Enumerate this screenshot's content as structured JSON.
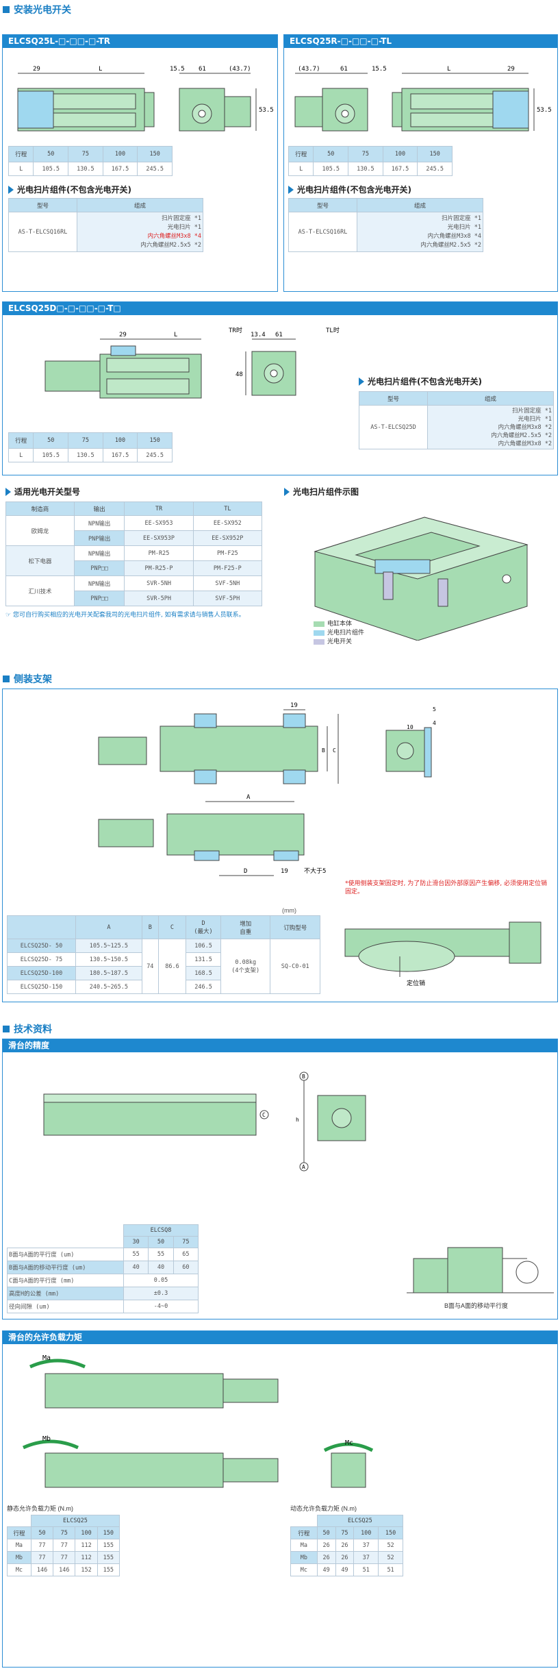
{
  "sections": {
    "install": "安装光电开关",
    "bracket": "侧装支架",
    "tech": "技术资料"
  },
  "tr": {
    "title": "ELCSQ25L-□-□□-□-TR",
    "dims": {
      "d29": "29",
      "dL": "L",
      "d155": "15.5",
      "d61": "61",
      "d437": "(43.7)",
      "d535": "53.5"
    },
    "stroke": {
      "head": "行程",
      "cols": [
        "50",
        "75",
        "100",
        "150"
      ],
      "row_label": "L",
      "row": [
        "105.5",
        "130.5",
        "167.5",
        "245.5"
      ]
    },
    "kit_title": "光电扫片组件(不包含光电开关)",
    "kit": {
      "h1": "型号",
      "h2": "组成",
      "model": "AS-T-ELCSQ16RL",
      "items": [
        [
          "扫片固定座",
          "*1",
          false
        ],
        [
          "光电扫片",
          "*1",
          false
        ],
        [
          "内六角螺丝M3x8",
          "*4",
          true
        ],
        [
          "内六角螺丝M2.5x5",
          "*2",
          false
        ]
      ]
    }
  },
  "tl": {
    "title": "ELCSQ25R-□-□□-□-TL",
    "dims": {
      "d437": "(43.7)",
      "d61": "61",
      "d155": "15.5",
      "dL": "L",
      "d29": "29",
      "d535": "53.5"
    },
    "stroke": {
      "head": "行程",
      "cols": [
        "50",
        "75",
        "100",
        "150"
      ],
      "row_label": "L",
      "row": [
        "105.5",
        "130.5",
        "167.5",
        "245.5"
      ]
    },
    "kit_title": "光电扫片组件(不包含光电开关)",
    "kit": {
      "h1": "型号",
      "h2": "组成",
      "model": "AS-T-ELCSQ16RL",
      "items": [
        [
          "扫片固定座",
          "*1"
        ],
        [
          "光电扫片",
          "*1"
        ],
        [
          "内六角螺丝M3x8",
          "*4"
        ],
        [
          "内六角螺丝M2.5x5",
          "*2"
        ]
      ]
    }
  },
  "d": {
    "title": "ELCSQ25D□-□-□□-□-T□",
    "dims": {
      "d29": "29",
      "dL": "L",
      "dTR": "TR时",
      "d134": "13.4",
      "d61": "61",
      "dTL": "TL时",
      "d48": "48"
    },
    "stroke": {
      "head": "行程",
      "cols": [
        "50",
        "75",
        "100",
        "150"
      ],
      "row_label": "L",
      "row": [
        "105.5",
        "130.5",
        "167.5",
        "245.5"
      ]
    },
    "kit_title": "光电扫片组件(不包含光电开关)",
    "kit": {
      "h1": "型号",
      "h2": "组成",
      "model": "AS-T-ELCSQ25D",
      "items": [
        [
          "扫片固定座",
          "*1"
        ],
        [
          "光电扫片",
          "*1"
        ],
        [
          "内六角螺丝M3x8",
          "*2"
        ],
        [
          "内六角螺丝M2.5x5",
          "*2"
        ],
        [
          "内六角螺丝M3x8",
          "*2"
        ]
      ]
    }
  },
  "sensors": {
    "title": "适用光电开关型号",
    "heads": [
      "制造商",
      "输出",
      "TR",
      "TL"
    ],
    "groups": [
      {
        "maker": "欧姆龙",
        "rows": [
          [
            "NPN输出",
            "EE-SX953",
            "EE-SX952"
          ],
          [
            "PNP输出",
            "EE-SX953P",
            "EE-SX952P"
          ]
        ]
      },
      {
        "maker": "松下电器",
        "rows": [
          [
            "NPN输出",
            "PM-R25",
            "PM-F25"
          ],
          [
            "PNP□□",
            "PM-R25-P",
            "PM-F25-P"
          ]
        ]
      },
      {
        "maker": "汇川技术",
        "rows": [
          [
            "NPN输出",
            "SVR-5NH",
            "SVF-5NH"
          ],
          [
            "PNP□□",
            "SVR-5PH",
            "SVF-5PH"
          ]
        ]
      }
    ],
    "note": "您可自行购买相应的光电开关配套我司的光电扫片组件, 如有需求请与销售人员联系。"
  },
  "diagram": {
    "title": "光电扫片组件示图",
    "legend": [
      "电缸本体",
      "光电扫片组件",
      "光电开关"
    ],
    "colors": [
      "#a6dcb2",
      "#9fd8ef",
      "#c6c6e2"
    ]
  },
  "bracket": {
    "dims": {
      "d19": "19",
      "dA": "A",
      "dB": "B",
      "dC": "C",
      "d5": "5",
      "d10": "10",
      "d4": "4",
      "dD": "D",
      "d19b": "19",
      "dmax": "不大于5"
    },
    "note": "*使用侧装支架固定时, 为了防止滑台因外部原因产生偏移, 必须使用定位销固定。",
    "unit": "(mm)",
    "heads": [
      "",
      "A",
      "B",
      "C",
      "D\n(最大)",
      "增加\n自重",
      "订购型号"
    ],
    "rows": [
      [
        "ELCSQ25D- 50",
        "105.5~125.5",
        "106.5"
      ],
      [
        "ELCSQ25D- 75",
        "130.5~150.5",
        "131.5"
      ],
      [
        "ELCSQ25D-100",
        "180.5~187.5",
        "168.5"
      ],
      [
        "ELCSQ25D-150",
        "240.5~265.5",
        "246.5"
      ]
    ],
    "B": "74",
    "C": "86.6",
    "weight": "0.08kg\n(4个支架)",
    "order": "SQ-C0-01",
    "pin": "定位销"
  },
  "accuracy": {
    "title": "滑台的精度",
    "labels": {
      "B": "B",
      "A": "A",
      "C": "C",
      "h": "h",
      "measure": "B面与A面的移动平行度"
    },
    "model": "ELCSQ8",
    "cols": [
      "30",
      "50",
      "75"
    ],
    "rows": [
      {
        "label": "B面与A面的平行度 (um)",
        "vals": [
          "55",
          "55",
          "65"
        ]
      },
      {
        "label": "B面与A面的移动平行度 (um)",
        "vals": [
          "40",
          "40",
          "60"
        ]
      },
      {
        "label": "C面与A面的平行度 (mm)",
        "merged": "0.05"
      },
      {
        "label": "高度H的公差 (mm)",
        "merged": "±0.3"
      },
      {
        "label": "径向间隙 (um)",
        "merged": "-4~0"
      }
    ]
  },
  "moment": {
    "title": "滑台的允许负载力矩",
    "labels": {
      "Ma": "Ma",
      "Mb": "Mb",
      "Mc": "Mc"
    },
    "static": {
      "title": "静态允许负载力矩 (N.m)",
      "model": "ELCSQ25",
      "head": "行程",
      "cols": [
        "50",
        "75",
        "100",
        "150"
      ],
      "rows": [
        [
          "Ma",
          "77",
          "77",
          "112",
          "155"
        ],
        [
          "Mb",
          "77",
          "77",
          "112",
          "155"
        ],
        [
          "Mc",
          "146",
          "146",
          "152",
          "155"
        ]
      ]
    },
    "dynamic": {
      "title": "动态允许负载力矩 (N.m)",
      "model": "ELCSQ25",
      "head": "行程",
      "cols": [
        "50",
        "75",
        "100",
        "150"
      ],
      "rows": [
        [
          "Ma",
          "26",
          "26",
          "37",
          "52"
        ],
        [
          "Mb",
          "26",
          "26",
          "37",
          "52"
        ],
        [
          "Mc",
          "49",
          "49",
          "51",
          "51"
        ]
      ]
    }
  }
}
